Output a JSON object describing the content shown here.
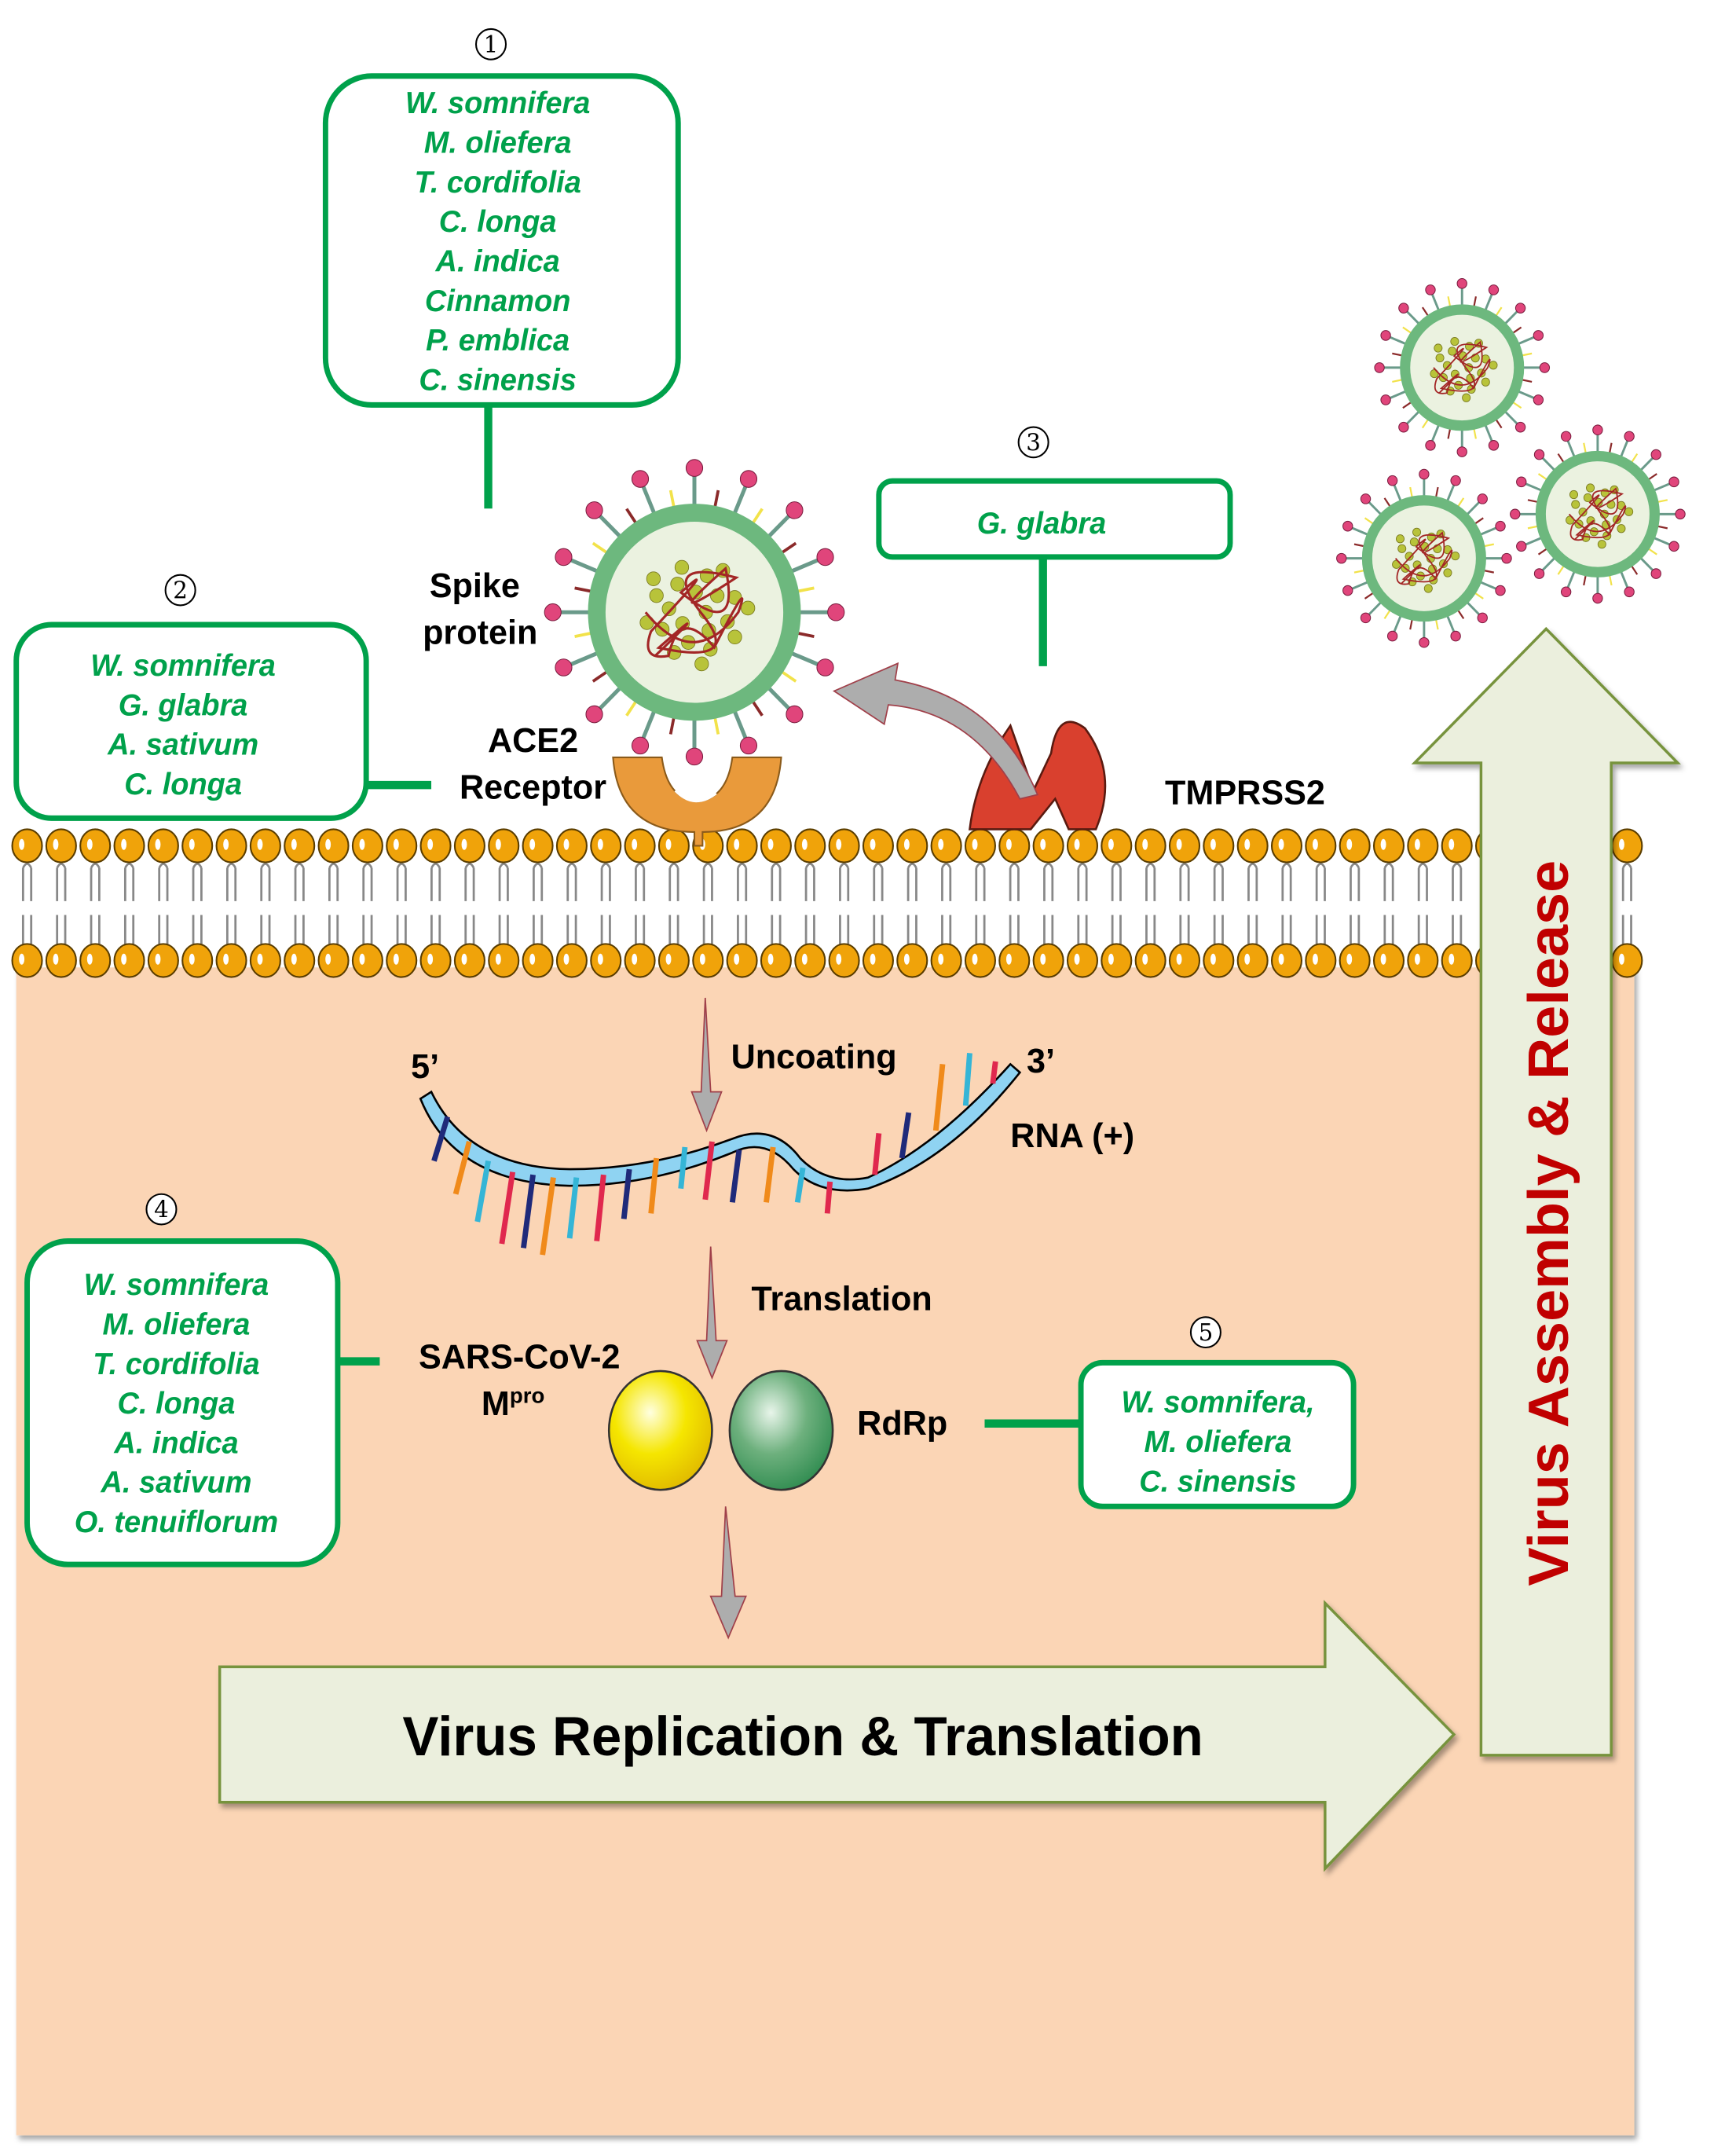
{
  "title": "Herbal inhibitors of the SARS-CoV-2 life cycle",
  "colors": {
    "species_text": "#00A14B",
    "box_border": "#00A14B",
    "cell_interior": "#FBD5B5",
    "membrane_head": "#F0A30A",
    "big_arrow_fill": "#EBEFDD",
    "big_arrow_border": "#77933C",
    "release_text": "#C00000"
  },
  "inhibitor_groups": [
    {
      "number": "1",
      "target": "Spike protein",
      "species": [
        "W. somnifera",
        "M. oliefera",
        "T. cordifolia",
        "C. longa",
        "A. indica",
        "Cinnamon",
        "P. emblica",
        "C. sinensis"
      ]
    },
    {
      "number": "2",
      "target": "ACE2 Receptor",
      "species": [
        "W. somnifera",
        "G. glabra",
        "A. sativum",
        "C. longa"
      ]
    },
    {
      "number": "3",
      "target": "TMPRSS2",
      "species": [
        "G. glabra"
      ]
    },
    {
      "number": "4",
      "target": "SARS-CoV-2 Mpro",
      "species": [
        "W. somnifera",
        "M. oliefera",
        "T. cordifolia",
        "C. longa",
        "A. indica",
        "A. sativum",
        "O. tenuiflorum"
      ]
    },
    {
      "number": "5",
      "target": "RdRp",
      "species": [
        "W. somnifera,",
        "M. oliefera",
        "C. sinensis"
      ]
    }
  ],
  "labels": {
    "spike_line1": "Spike",
    "spike_line2": "protein",
    "ace2_line1": "ACE2",
    "ace2_line2": "Receptor",
    "tmprss2": "TMPRSS2",
    "uncoating": "Uncoating",
    "five_prime": "5’",
    "three_prime": "3’",
    "rna": "RNA (+)",
    "translation": "Translation",
    "sars_cov2": "SARS-CoV-2",
    "mpro_base": "M",
    "mpro_sup": "pro",
    "rdrp": "RdRp",
    "replication_arrow": "Virus Replication & Translation",
    "release_arrow": "Virus Assembly & Release"
  }
}
